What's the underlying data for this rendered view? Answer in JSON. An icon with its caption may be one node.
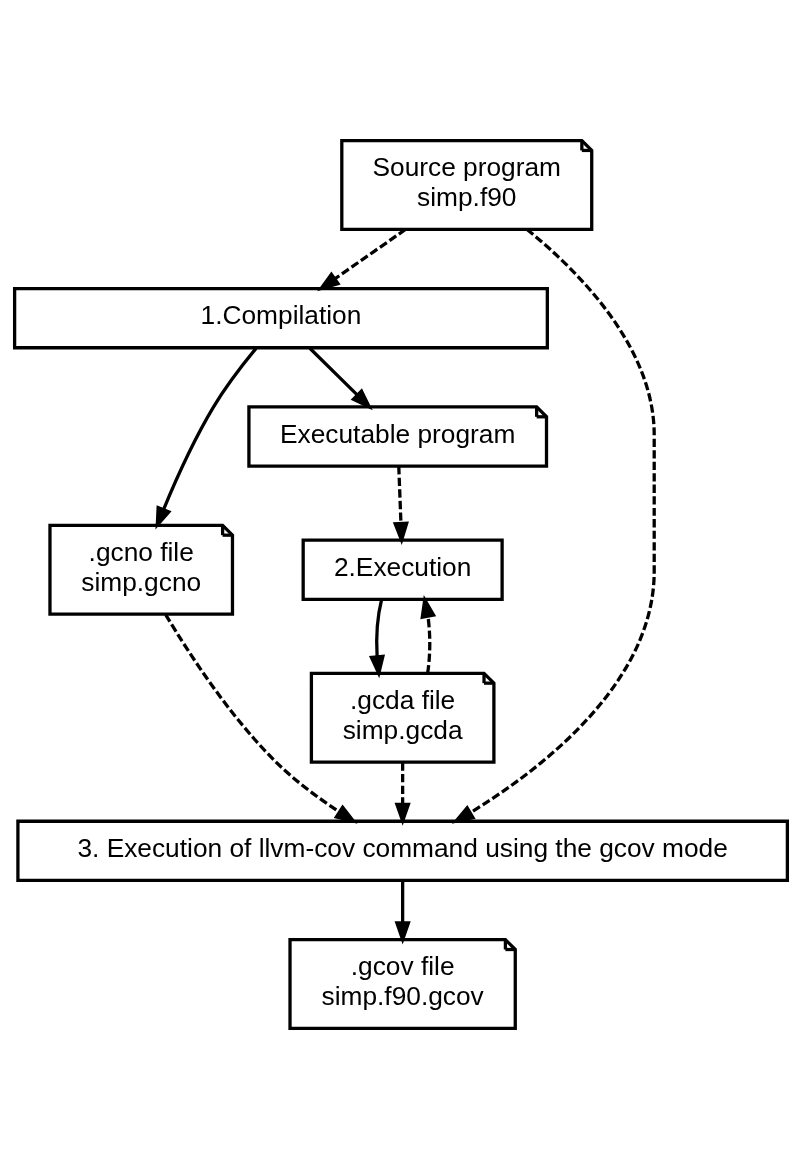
{
  "diagram": {
    "nodes": [
      {
        "text": [
          "Source program",
          "simp.f90"
        ]
      },
      {
        "text": [
          "1.Compilation"
        ]
      },
      {
        "text": [
          ".gcno file",
          "simp.gcno"
        ]
      },
      {
        "text": [
          "Executable program"
        ]
      },
      {
        "text": [
          "2.Execution"
        ]
      },
      {
        "text": [
          ".gcda file",
          "simp.gcda"
        ]
      },
      {
        "text": [
          "3. Execution of llvm-cov command using the gcov mode"
        ]
      },
      {
        "text": [
          ".gcov file",
          "simp.f90.gcov"
        ]
      }
    ],
    "edges": [
      {
        "from": 0,
        "to": 1,
        "arrow": "to",
        "style": "dashed"
      },
      {
        "from": 1,
        "to": 2,
        "arrow": "to"
      },
      {
        "from": 1,
        "to": 3,
        "arrow": "to"
      },
      {
        "from": 3,
        "to": 4,
        "arrow": "to",
        "style": "dashed"
      },
      {
        "from": 4,
        "to": 5,
        "arrow": "to"
      },
      {
        "from": 5,
        "to": 4,
        "arrow": "to",
        "style": "dashed"
      },
      {
        "from": 0,
        "to": 6,
        "arrow": "to",
        "style": "dashed"
      },
      {
        "from": 2,
        "to": 6,
        "arrow": "to",
        "style": "dashed"
      },
      {
        "from": 5,
        "to": 6,
        "arrow": "to",
        "style": "dashed"
      },
      {
        "from": 6,
        "to": 7,
        "arrow": "to"
      }
    ]
  }
}
